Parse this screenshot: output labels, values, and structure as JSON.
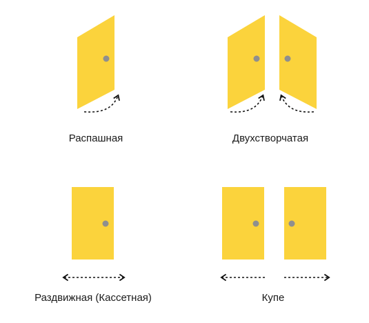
{
  "colors": {
    "door": "#FBD33C",
    "knob": "#8F8F8F",
    "arrow": "#111111",
    "text": "#1a1a1a",
    "background": "#FFFFFF"
  },
  "door_types": [
    {
      "id": "swing",
      "label": "Распашная",
      "icon": "single-swing-door-icon"
    },
    {
      "id": "double",
      "label": "Двухстворчатая",
      "icon": "double-swing-door-icon"
    },
    {
      "id": "sliding",
      "label": "Раздвижная (Кассетная)",
      "icon": "sliding-door-icon"
    },
    {
      "id": "coupe",
      "label": "Купе",
      "icon": "coupe-door-icon"
    }
  ]
}
